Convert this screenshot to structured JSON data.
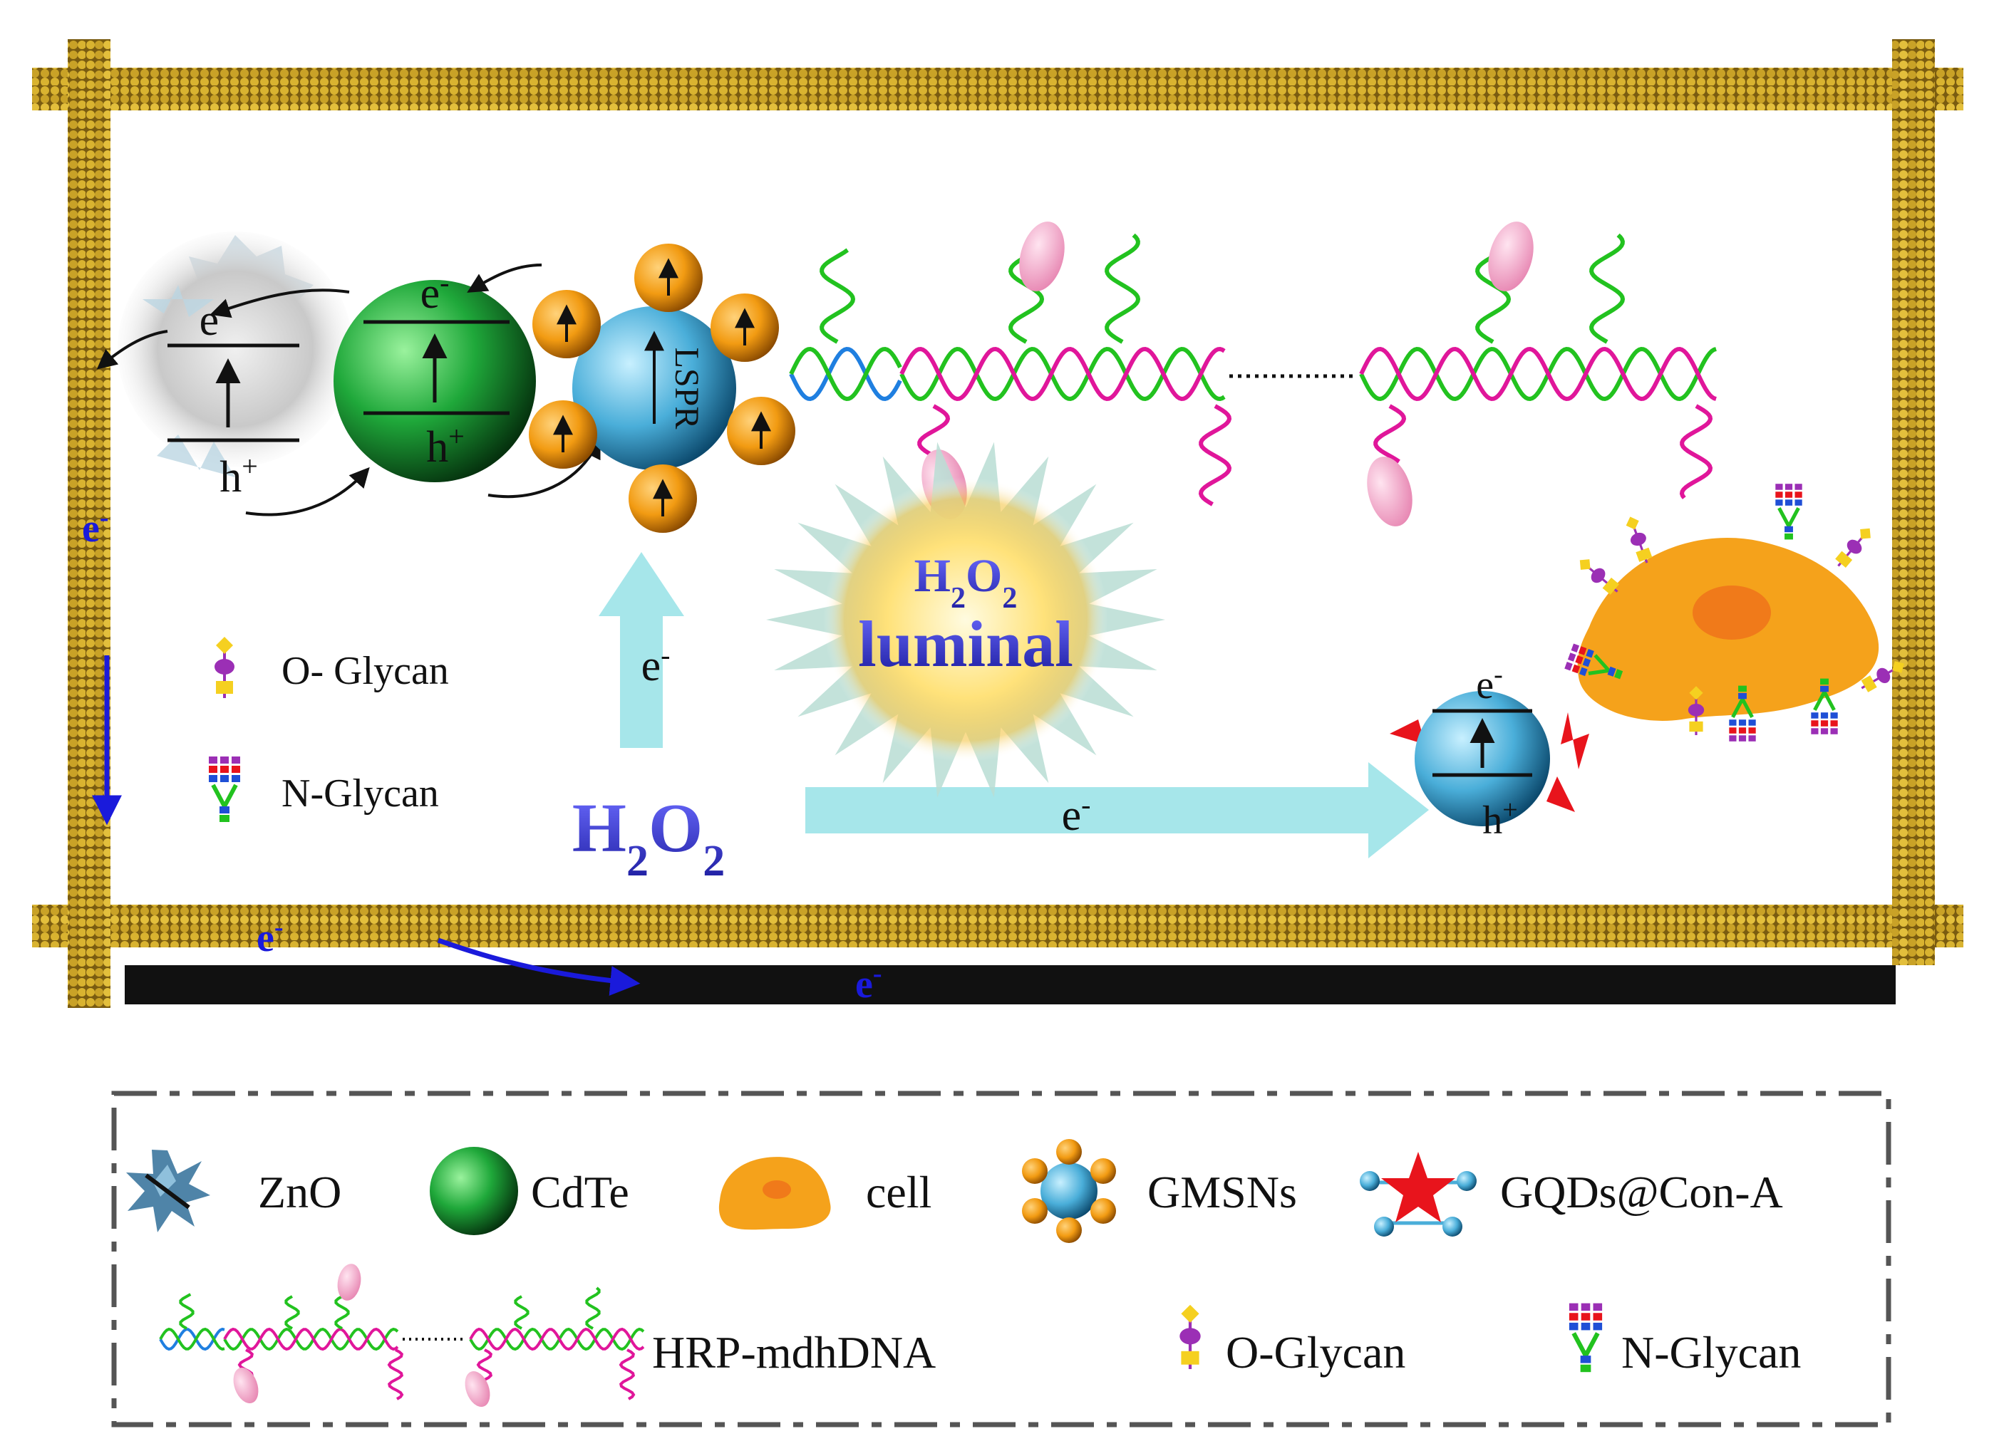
{
  "scheme": {
    "electron_label": "e",
    "electron_sup": "-",
    "hole_label": "h",
    "hole_sup": "+",
    "lspr_label": "LSPR",
    "h2o2_main": {
      "H": "H",
      "sub1": "2",
      "O": "O",
      "sub2": "2"
    },
    "burst_line1": {
      "H": "H",
      "sub1": "2",
      "O": "O",
      "sub2": "2"
    },
    "burst_line2": "luminal",
    "inset_legend": [
      {
        "icon": "o-glycan-icon",
        "label": "O- Glycan"
      },
      {
        "icon": "n-glycan-icon",
        "label": "N-Glycan"
      }
    ]
  },
  "legend": {
    "row1": [
      {
        "icon": "zno-icon",
        "label": "ZnO"
      },
      {
        "icon": "cdte-icon",
        "label": "CdTe"
      },
      {
        "icon": "cell-icon",
        "label": "cell"
      },
      {
        "icon": "gmsns-icon",
        "label": "GMSNs"
      },
      {
        "icon": "gqds-con-a-icon",
        "label": "GQDs@Con-A"
      }
    ],
    "row2": [
      {
        "icon": "hrp-mdhdna-icon",
        "label": "HRP-mdhDNA"
      },
      {
        "icon": "o-glycan-icon",
        "label": "O-Glycan"
      },
      {
        "icon": "n-glycan-icon",
        "label": "N-Glycan"
      }
    ]
  },
  "colors": {
    "gold": "#c9a227",
    "electrode": "#111111",
    "cyan_arrow": "#a6e6ea",
    "blue_text": "#1a1adb",
    "green_strand": "#22c21f",
    "pink_strand": "#e0169a",
    "blue_strand": "#1f7fe0",
    "orange": "#f29b12",
    "cdte_green": "#1fa83a",
    "gmsn_blue": "#4aaed9",
    "red_star": "#e8141c"
  }
}
